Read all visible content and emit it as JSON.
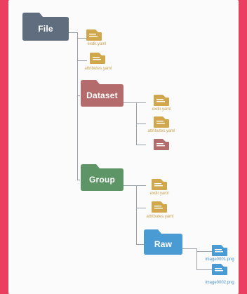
{
  "colors": {
    "page_border": "#ea3f5f",
    "background": "#fbfbfb",
    "connector": "#9aa0a6",
    "file_folder": "#5f6d7e",
    "dataset_folder": "#b46b6b",
    "group_folder": "#5d9566",
    "raw_folder": "#4a9bd3",
    "yaml_icon": "#d0a74d",
    "dataset_item_icon": "#b46b6b",
    "png_icon": "#4a9bd3"
  },
  "tree": {
    "file": {
      "label": "File",
      "icon": "folder-icon",
      "children": {
        "exdir": {
          "label": "exdir.yaml",
          "icon": "yaml-file-icon"
        },
        "attributes": {
          "label": "attributes.yaml",
          "icon": "yaml-file-icon"
        }
      }
    },
    "dataset": {
      "label": "Dataset",
      "icon": "folder-icon",
      "children": {
        "exdir": {
          "label": "exdir.yaml",
          "icon": "yaml-file-icon"
        },
        "attributes": {
          "label": "attributes.yaml",
          "icon": "yaml-file-icon"
        },
        "data": {
          "label": "",
          "icon": "data-file-icon"
        }
      }
    },
    "group": {
      "label": "Group",
      "icon": "folder-icon",
      "children": {
        "exdir": {
          "label": "exdir.yaml",
          "icon": "yaml-file-icon"
        },
        "attributes": {
          "label": "attributes.yaml",
          "icon": "yaml-file-icon"
        }
      }
    },
    "raw": {
      "label": "Raw",
      "icon": "folder-icon",
      "children": {
        "image1": {
          "label": "image0001.png",
          "icon": "image-file-icon"
        },
        "image2": {
          "label": "image0002.png",
          "icon": "image-file-icon"
        }
      }
    }
  }
}
